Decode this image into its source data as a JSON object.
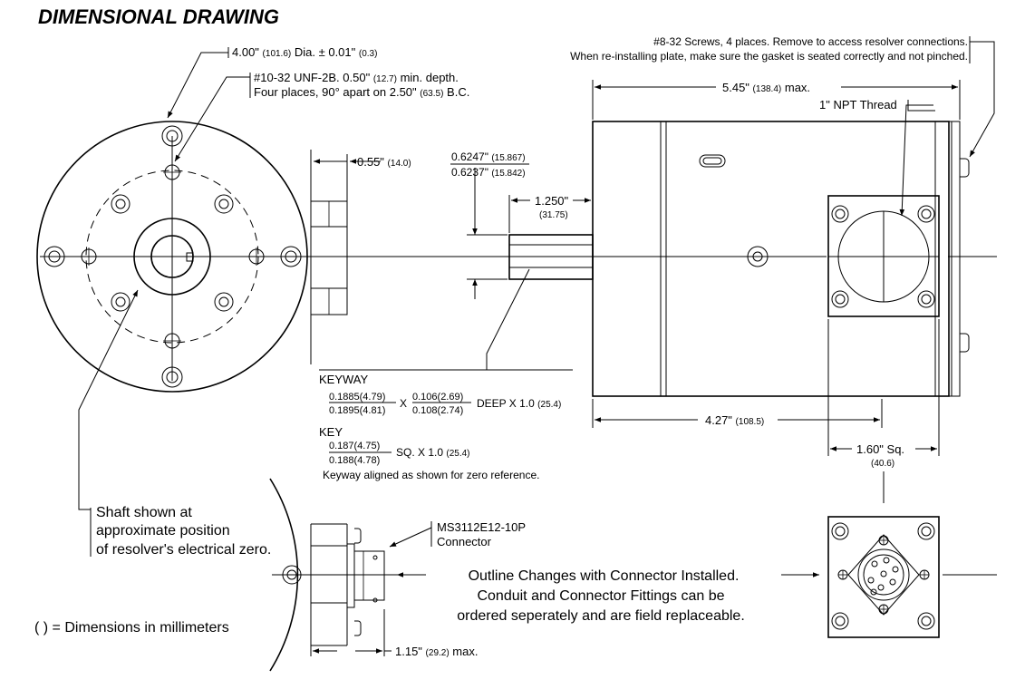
{
  "title": "DIMENSIONAL DRAWING",
  "callouts": {
    "dia_main": "4.00\"",
    "dia_mm": "(101.6)",
    "dia_tol": "Dia. ± 0.01\"",
    "dia_tol_mm": "(0.3)",
    "thread_line1_a": "#10-32 UNF-2B.  0.50\"",
    "thread_line1_mm": "(12.7)",
    "thread_line1_b": "min. depth.",
    "thread_line2_a": "Four places, 90° apart on 2.50\"",
    "thread_line2_mm": "(63.5)",
    "thread_line2_b": "B.C.",
    "flange_thk": "0.55\"",
    "flange_thk_mm": "(14.0)",
    "shaft_dia_top": "0.6247\"",
    "shaft_dia_top_mm": "(15.867)",
    "shaft_dia_bot": "0.6237\"",
    "shaft_dia_bot_mm": "(15.842)",
    "shaft_len": "1.250\"",
    "shaft_len_mm": "(31.75)",
    "screws_line1": "#8-32 Screws, 4 places.  Remove to access resolver connections.",
    "screws_line2": "When re-installing plate, make sure the gasket is seated correctly and not pinched.",
    "overall_len": "5.45\"",
    "overall_len_mm": "(138.4)",
    "overall_len_suffix": "max.",
    "npt": "1\" NPT Thread",
    "body_len": "4.27\"",
    "body_len_mm": "(108.5)",
    "sq": "1.60\" Sq.",
    "sq_mm": "(40.6)",
    "conn_depth": "1.15\"",
    "conn_depth_mm": "(29.2)",
    "conn_depth_suffix": "max.",
    "connector_line1": "MS3112E12-10P",
    "connector_line2": "Connector"
  },
  "keyway": {
    "heading": "KEYWAY",
    "w_top": "0.1885(4.79)",
    "w_bot": "0.1895(4.81)",
    "x": "X",
    "d_top": "0.106(2.69)",
    "d_bot": "0.108(2.74)",
    "deep": "DEEP X 1.0",
    "deep_mm": "(25.4)"
  },
  "key": {
    "heading": "KEY",
    "top": "0.187(4.75)",
    "bot": "0.188(4.78)",
    "sq": "SQ. X 1.0",
    "sq_mm": "(25.4)",
    "note": "Keyway aligned as shown for zero reference."
  },
  "notes": {
    "shaft_line1": "Shaft shown at",
    "shaft_line2": "approximate position",
    "shaft_line3": "of resolver's electrical zero.",
    "outline_line1": "Outline Changes with Connector Installed.",
    "outline_line2": "Conduit and Connector Fittings can be",
    "outline_line3": "ordered seperately and are field replaceable.",
    "units": "( ) = Dimensions in millimeters"
  }
}
